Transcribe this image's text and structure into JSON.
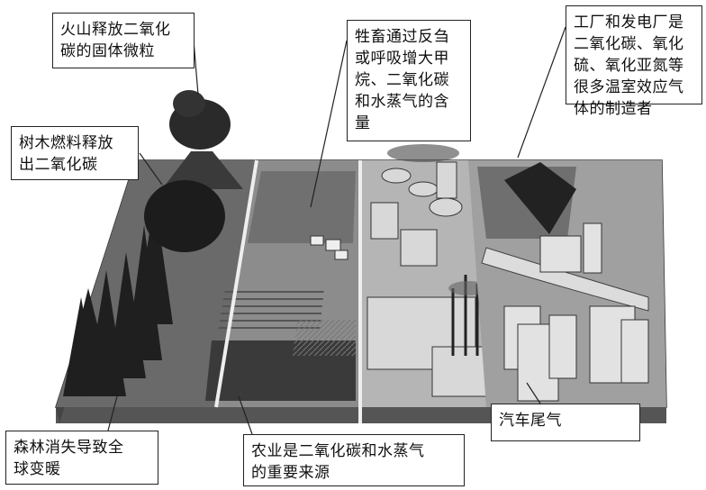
{
  "callouts": {
    "volcano": "火山释放二氧化\n碳的固体微粒",
    "livestock": "牲畜通过反刍\n或呼吸增大甲\n烷、二氧化碳\n和水蒸气的含\n量",
    "factory": "工厂和发电厂是\n二氧化碳、氧化\n硫、氧化亚氮等\n很多温室效应气\n体的制造者",
    "wood": "树木燃料释放\n出二氧化碳",
    "forest": "森林消失导致全\n球变暖",
    "agriculture": "农业是二氧化碳和水蒸气\n的重要来源",
    "car": "汽车尾气"
  }
}
